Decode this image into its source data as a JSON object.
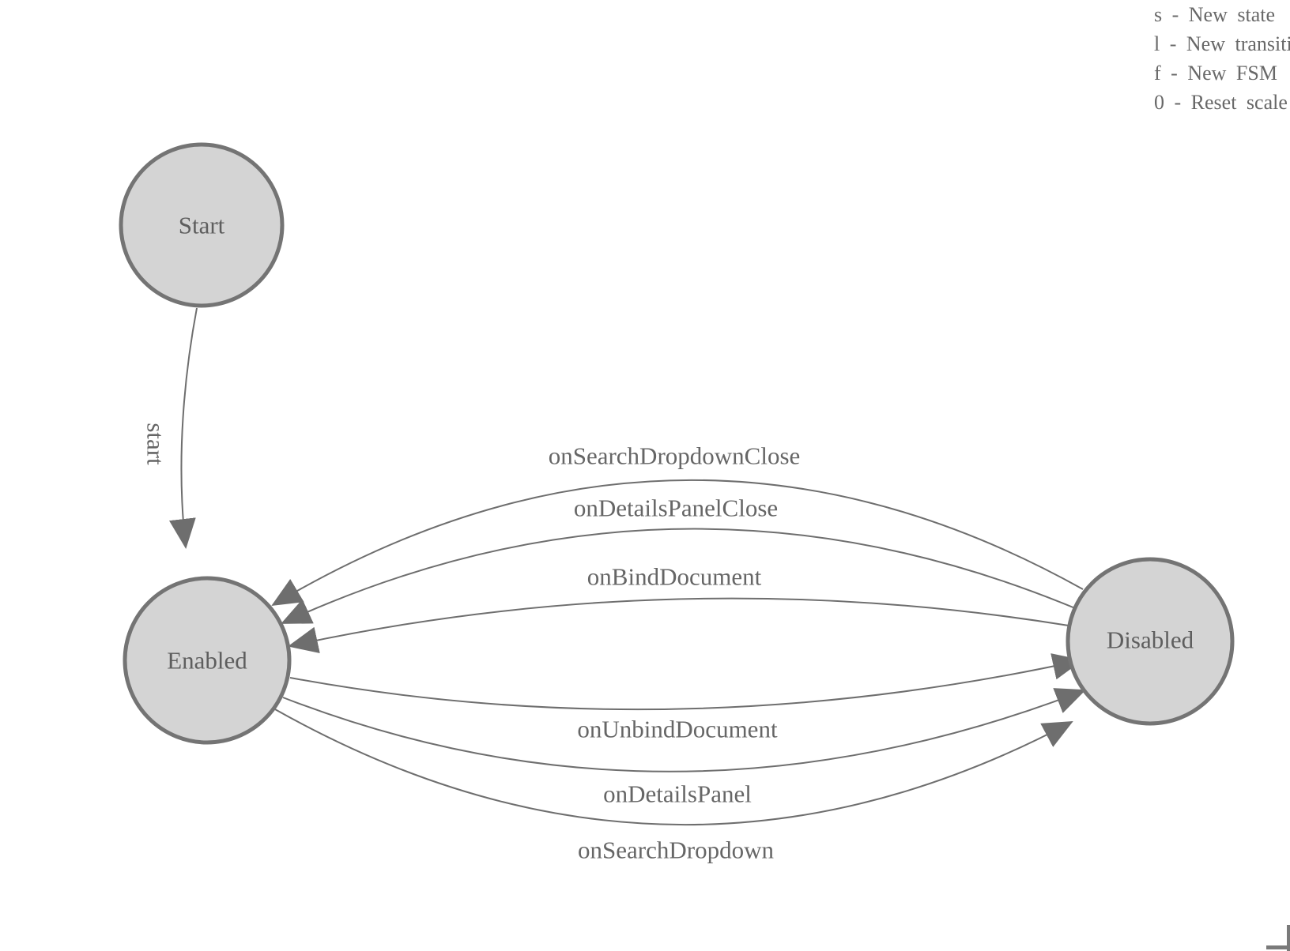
{
  "diagram": {
    "nodes": [
      {
        "id": "start",
        "label": "Start"
      },
      {
        "id": "enabled",
        "label": "Enabled"
      },
      {
        "id": "disabled",
        "label": "Disabled"
      }
    ],
    "edges": [
      {
        "label": "start",
        "from": "Start",
        "to": "Enabled"
      },
      {
        "label": "onSearchDropdownClose",
        "from": "Disabled",
        "to": "Enabled"
      },
      {
        "label": "onDetailsPanelClose",
        "from": "Disabled",
        "to": "Enabled"
      },
      {
        "label": "onBindDocument",
        "from": "Disabled",
        "to": "Enabled"
      },
      {
        "label": "onUnbindDocument",
        "from": "Enabled",
        "to": "Disabled"
      },
      {
        "label": "onDetailsPanel",
        "from": "Enabled",
        "to": "Disabled"
      },
      {
        "label": "onSearchDropdown",
        "from": "Enabled",
        "to": "Disabled"
      }
    ]
  },
  "legend": {
    "lines": [
      "s - New state",
      "l - New transition",
      "f - New FSM",
      "0 - Reset scale"
    ]
  },
  "colors": {
    "node_fill": "#d4d4d4",
    "node_stroke": "#747474",
    "edge_stroke": "#6e6e6e",
    "arrow_fill": "#6e6e6e",
    "node_text": "#5e5e5e",
    "edge_text": "#666666",
    "legend_text": "#686868",
    "bracket": "#7a7a7a"
  }
}
